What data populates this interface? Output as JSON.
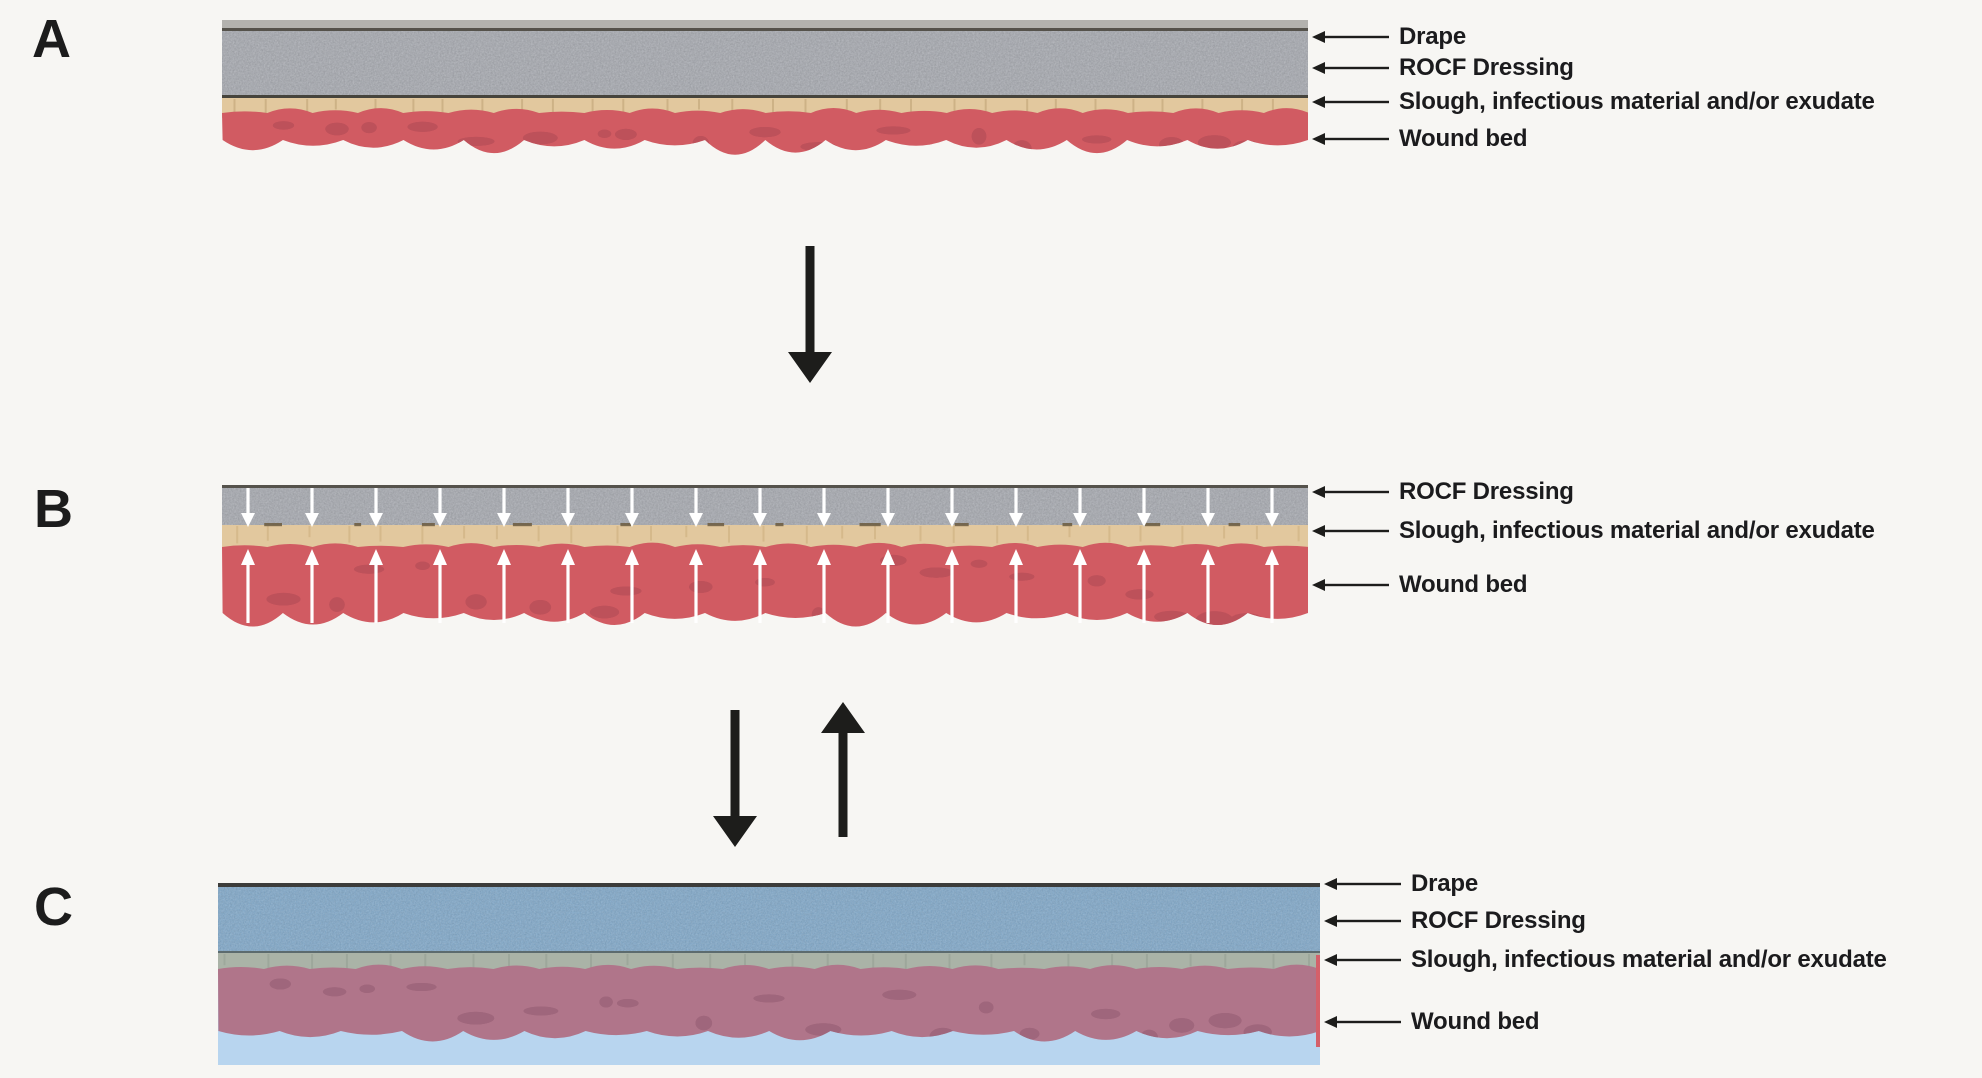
{
  "figure": {
    "background_color": "#f7f6f3",
    "text_color": "#1b1b1d",
    "annotation_arrow_color": "#1d1d1b",
    "transition_arrow_color": "#1d1d1b"
  },
  "panels": [
    {
      "letter": "A",
      "annotations": [
        "Drape",
        "ROCF Dressing",
        "Slough, infectious material and/or exudate",
        "Wound bed"
      ],
      "layers": {
        "drape": "#b3b2ae",
        "drape_line": "#55524b",
        "foam": "#a8abb2",
        "foam_edge": "#46443c",
        "slough": "#e2c89e",
        "slough_tick": "#bda173",
        "wound": "#d15b62",
        "wound_blob": "#b84f59"
      }
    },
    {
      "letter": "B",
      "annotations": [
        "ROCF Dressing",
        "Slough, infectious material and/or exudate",
        "Wound bed"
      ],
      "flow_arrow_columns": 17,
      "flow_arrow_color": "#ffffff",
      "layers": {
        "top_line": "#55524b",
        "foam": "#a8abb2",
        "slough": "#e2c89e",
        "slough_tick": "#c9ab79",
        "boundary_dash": "#6b5b3f",
        "wound": "#d15b62",
        "wound_blob": "#b84f59"
      }
    },
    {
      "letter": "C",
      "annotations": [
        "Drape",
        "ROCF Dressing",
        "Slough, infectious material and/or exudate",
        "Wound bed"
      ],
      "layers": {
        "fluid": "#b8d5ef",
        "drape_line": "#3c3c3a",
        "foam": "#7fa8ca",
        "foam_edge": "#5c6b6e",
        "slough": "#aab3a7",
        "slough_tick": "#96a094",
        "wound": "#b0758a",
        "wound_blob": "#9a6277",
        "wound_right_edge": "#d4606a"
      }
    }
  ],
  "transition_arrows": [
    {
      "name": "a-to-b",
      "direction": "down"
    },
    {
      "name": "b-to-c",
      "direction": "down"
    },
    {
      "name": "c-to-b",
      "direction": "up"
    }
  ]
}
